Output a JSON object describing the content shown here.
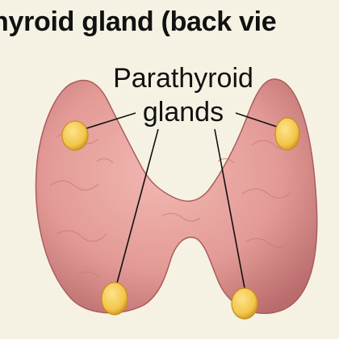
{
  "title": "hyroid gland (back vie",
  "label": {
    "line1": "Parathyroid",
    "line2": "glands"
  },
  "colors": {
    "background": "#f6f2e3",
    "thyroid": "#e39a96",
    "thyroid_shadow": "#b86c6c",
    "parathyroid": "#f2c64a",
    "parathyroid_edge": "#c98f1d",
    "leader": "#111111"
  }
}
